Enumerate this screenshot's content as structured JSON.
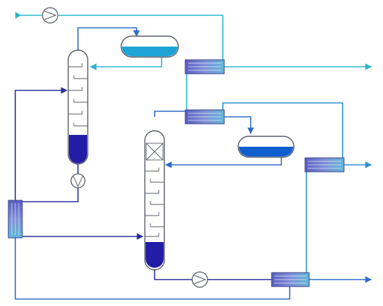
{
  "diagram": {
    "type": "process-flow-diagram",
    "colors": {
      "cyan": "#29b6c8",
      "mid_blue": "#2a8fd0",
      "blue": "#2f6cc8",
      "navy": "#2a2f9a",
      "deep_navy": "#1f2a80",
      "liquid_cyan": "#1ea3d6",
      "liquid_blue": "#0f5fcf",
      "liquid_navy": "#221ca6",
      "exchanger_fill": "#6a78c8",
      "vessel_outline": "#555a66"
    },
    "columns": [
      {
        "id": "column-1",
        "internals": "trays",
        "trays": 6
      },
      {
        "id": "column-2",
        "internals": "packing-and-trays",
        "trays": 8
      }
    ],
    "drums": [
      {
        "id": "reflux-drum-1",
        "liquid": "cyan"
      },
      {
        "id": "reflux-drum-2",
        "liquid": "blue"
      }
    ],
    "pumps": [
      "feed-pump",
      "bottoms-pump-1",
      "bottoms-pump-2"
    ],
    "heat_exchangers": [
      "condenser-1",
      "feed-exchanger",
      "condenser-2",
      "bottoms-exchanger",
      "reboiler"
    ]
  }
}
